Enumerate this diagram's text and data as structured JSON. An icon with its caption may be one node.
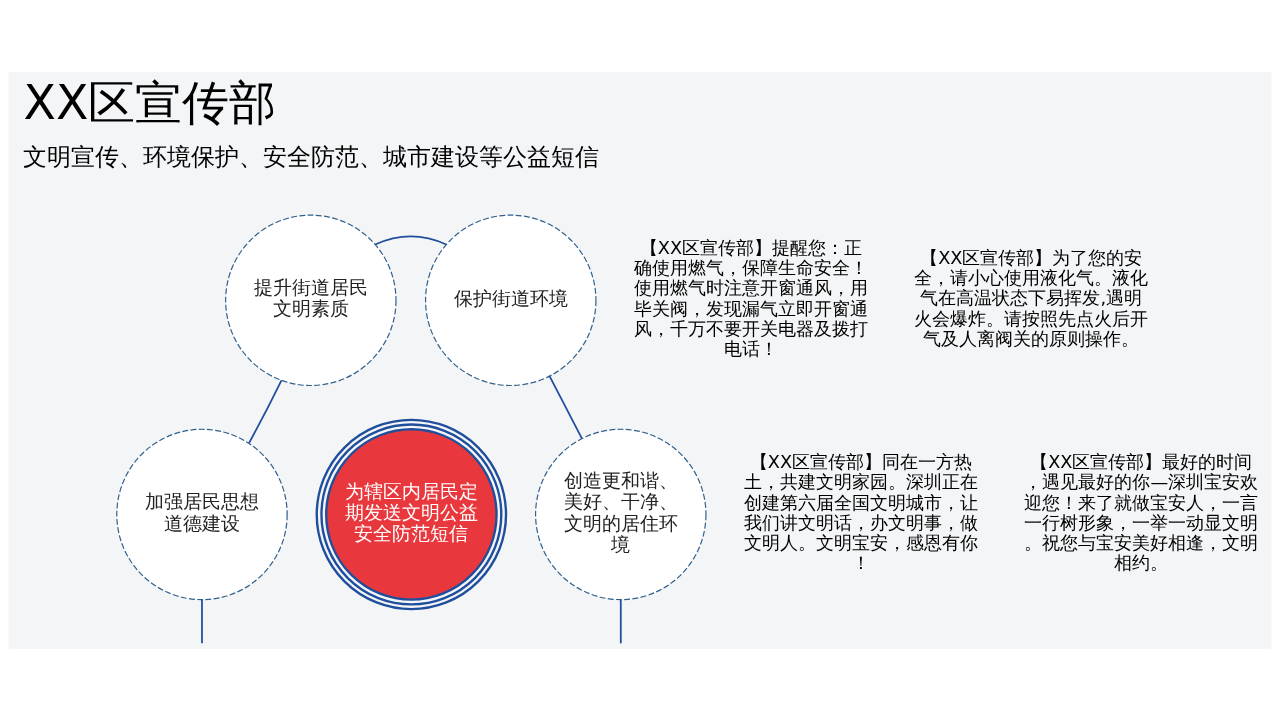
{
  "diagram": {
    "title": "XX区宣传部",
    "nodes": [
      {
        "text": [
          "为辖区内居民定期发送文明公益安全防范短信"
        ]
      },
      {
        "text": [
          "提升街道居民文明素质"
        ]
      },
      {
        "text": [
          "保护街道环境"
        ]
      },
      {
        "text": [
          "加强居民思想道德建设"
        ]
      },
      {
        "text": [
          "创造更和谐、美好、干净、文明的居住环境"
        ]
      }
    ],
    "edges": [
      {
        "from": 1,
        "to": 2,
        "arrow": "none"
      },
      {
        "from": 1,
        "to": 3,
        "arrow": "none"
      },
      {
        "from": 2,
        "to": 4,
        "arrow": "none"
      },
      {
        "from": 3,
        "to": null,
        "arrow": "none"
      },
      {
        "from": 4,
        "to": null,
        "arrow": "none"
      }
    ],
    "labels": [
      "文明宣传、环境保护、安全防范、城市建设等公益短信",
      "【XX区宣传部】提醒您：正确使用燃气，保障生命安全！使用燃气时注意开窗通风，用毕关阀，发现漏气立即开窗通风，千万不要开关电器及拨打电话！",
      "【XX区宣传部】为了您的安全，请小心使用液化气。液化气在高温状态下易挥发,遇明火会爆炸。请按照先点火后开气及人离阀关的原则操作。",
      "【XX区宣传部】同在一方热土，共建文明家园。深圳正在创建第六届全国文明城市，让我们讲文明话，办文明事，做文明人。文明宝安，感恩有你！",
      "【XX区宣传部】最好的时间，遇见最好的你—深圳宝安欢迎您！来了就做宝安人，一言一行树形象，一举一动显文明。祝您与宝安美好相逢，文明相约。"
    ]
  }
}
